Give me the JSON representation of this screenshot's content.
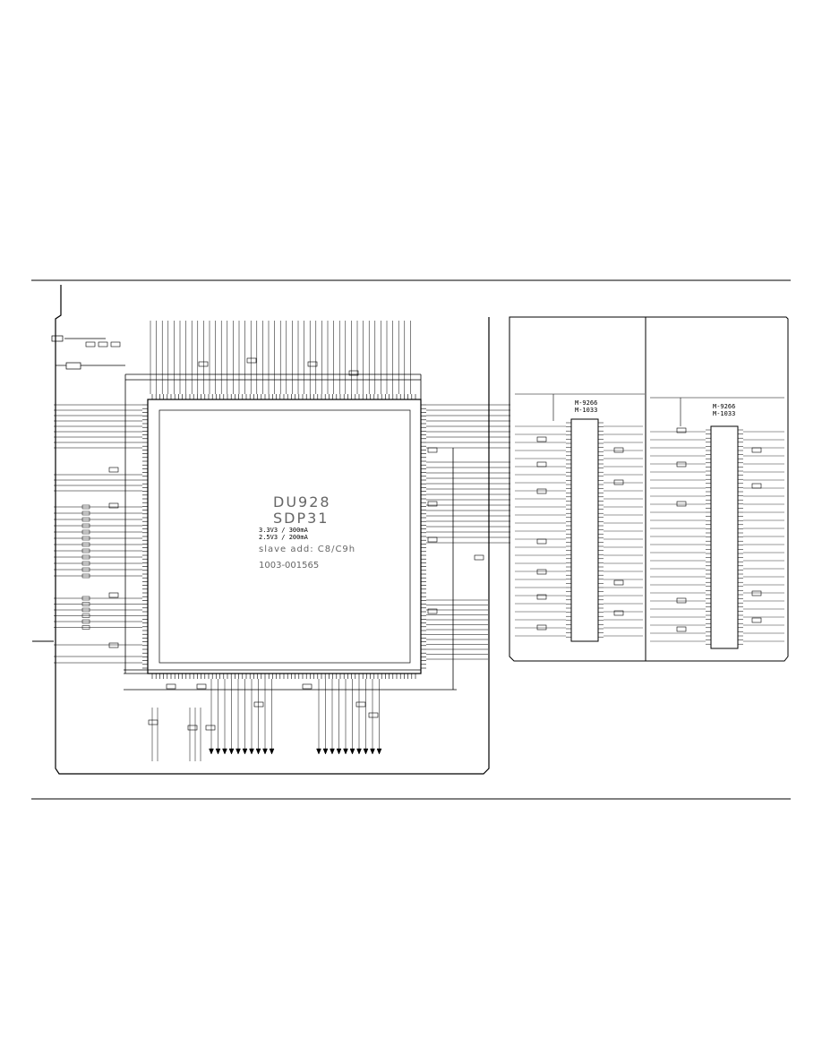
{
  "main_chip": {
    "part_name": "DU928",
    "chip_name": "SDP31",
    "power_lines": [
      "3.3V3 / 300mA",
      "2.5V3 / 200mA"
    ],
    "slave_address": "slave add: C8/C9h",
    "part_number": "1003-001565"
  },
  "memory_1": {
    "type": "M-9266",
    "size": "M-1033"
  },
  "memory_2": {
    "type": "M-9266",
    "size": "M-1033"
  },
  "frame": {
    "top_rule": true,
    "bottom_rule": true
  }
}
